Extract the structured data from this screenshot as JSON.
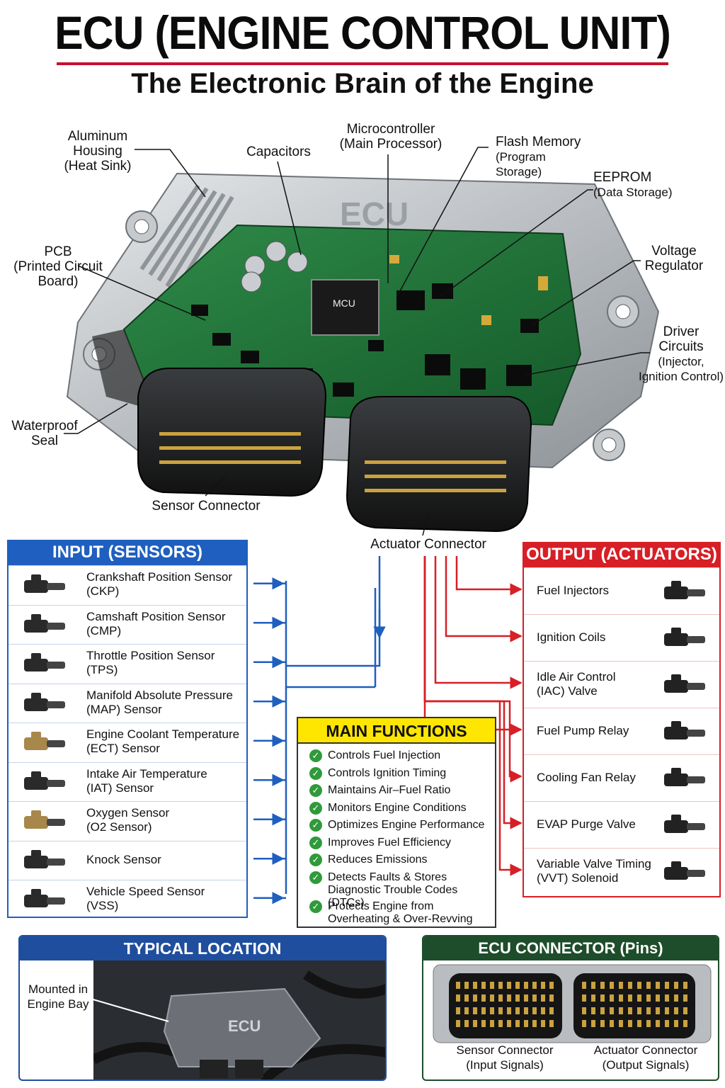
{
  "header": {
    "title": "ECU (ENGINE CONTROL UNIT)",
    "subtitle": "The Electronic Brain of the Engine"
  },
  "diagram": {
    "ecu_label": "ECU",
    "mcu_label": "MCU",
    "callouts": {
      "housing": [
        "Aluminum",
        "Housing",
        "(Heat Sink)"
      ],
      "capacitors": "Capacitors",
      "microcontroller": [
        "Microcontroller",
        "(Main Processor)"
      ],
      "flash": [
        "Flash Memory",
        "(Program Storage)"
      ],
      "eeprom": [
        "EEPROM",
        "(Data Storage)"
      ],
      "pcb": [
        "PCB",
        "(Printed Circuit",
        "Board)"
      ],
      "voltage": [
        "Voltage",
        "Regulator"
      ],
      "driver": [
        "Driver",
        "Circuits",
        "(Injector,",
        "Ignition Control)"
      ],
      "seal": [
        "Waterproof",
        "Seal"
      ],
      "sensor_connector": "Sensor Connector",
      "actuator_connector": "Actuator Connector"
    }
  },
  "inputs": {
    "title": "INPUT (SENSORS)",
    "items": [
      {
        "l1": "Crankshaft Position Sensor",
        "l2": "(CKP)"
      },
      {
        "l1": "Camshaft Position Sensor",
        "l2": "(CMP)"
      },
      {
        "l1": "Throttle Position Sensor",
        "l2": "(TPS)"
      },
      {
        "l1": "Manifold Absolute Pressure",
        "l2": "(MAP) Sensor"
      },
      {
        "l1": "Engine Coolant Temperature",
        "l2": "(ECT) Sensor"
      },
      {
        "l1": "Intake Air Temperature",
        "l2": "(IAT) Sensor"
      },
      {
        "l1": "Oxygen Sensor",
        "l2": "(O2 Sensor)"
      },
      {
        "l1": "Knock Sensor",
        "l2": ""
      },
      {
        "l1": "Vehicle Speed Sensor",
        "l2": "(VSS)"
      }
    ]
  },
  "outputs": {
    "title": "OUTPUT (ACTUATORS)",
    "items": [
      {
        "l1": "Fuel Injectors",
        "l2": ""
      },
      {
        "l1": "Ignition Coils",
        "l2": ""
      },
      {
        "l1": "Idle Air Control",
        "l2": "(IAC) Valve"
      },
      {
        "l1": "Fuel Pump Relay",
        "l2": ""
      },
      {
        "l1": "Cooling Fan Relay",
        "l2": ""
      },
      {
        "l1": "EVAP Purge Valve",
        "l2": ""
      },
      {
        "l1": "Variable Valve Timing",
        "l2": "(VVT) Solenoid"
      }
    ]
  },
  "functions": {
    "title": "MAIN FUNCTIONS",
    "items": [
      {
        "l1": "Controls Fuel Injection",
        "l2": ""
      },
      {
        "l1": "Controls Ignition Timing",
        "l2": ""
      },
      {
        "l1": "Maintains Air–Fuel Ratio",
        "l2": ""
      },
      {
        "l1": "Monitors Engine Conditions",
        "l2": ""
      },
      {
        "l1": "Optimizes Engine Performance",
        "l2": ""
      },
      {
        "l1": "Improves Fuel Efficiency",
        "l2": ""
      },
      {
        "l1": "Reduces Emissions",
        "l2": ""
      },
      {
        "l1": "Detects Faults & Stores",
        "l2": "Diagnostic Trouble Codes (DTCs)"
      },
      {
        "l1": "Protects Engine from",
        "l2": "Overheating & Over-Revving"
      }
    ]
  },
  "location": {
    "title": "TYPICAL LOCATION",
    "label": [
      "Mounted in",
      "Engine Bay"
    ],
    "ecu_label": "ECU"
  },
  "connector_pins": {
    "title": "ECU CONNECTOR (Pins)",
    "left": [
      "Sensor Connector",
      "(Input Signals)"
    ],
    "right": [
      "Actuator Connector",
      "(Output Signals)"
    ]
  },
  "colors": {
    "input_blue": "#1f5fbf",
    "output_red": "#d61f26",
    "functions_yellow": "#ffe600",
    "check_green": "#2f9a3a",
    "pcb_green": "#1f6b35",
    "location_blue": "#1f4e9e",
    "connector_green": "#1e4d2b"
  }
}
